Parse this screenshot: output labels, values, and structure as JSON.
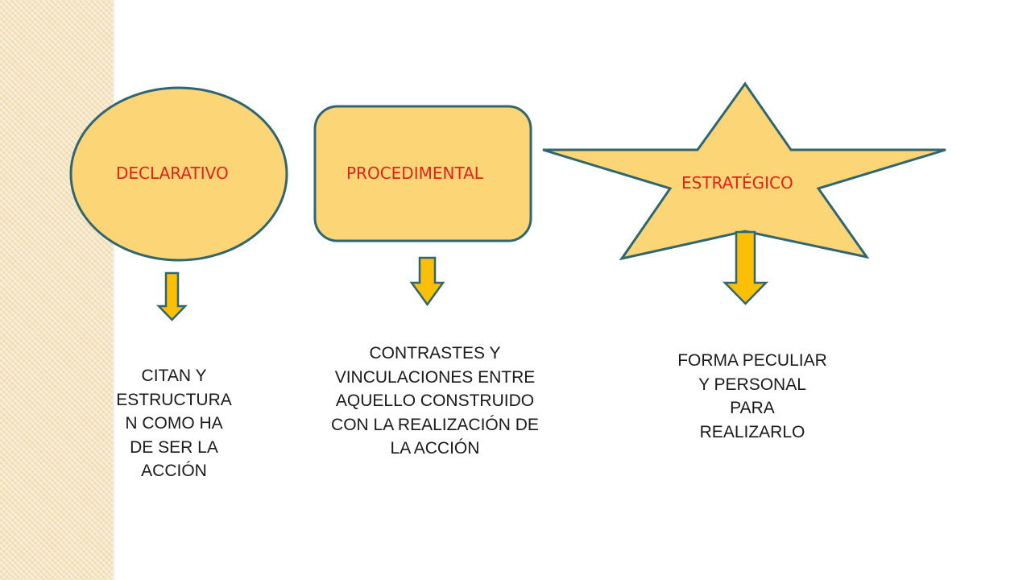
{
  "colors": {
    "shape_fill": "#fcd577",
    "shape_stroke": "#2f6670",
    "arrow_fill": "#fbbf08",
    "label_text": "#e0221a",
    "desc_text": "#1a1a1a"
  },
  "nodes": [
    {
      "label": "DECLARATIVO",
      "shape": "ellipse",
      "description": [
        "CITAN Y",
        "ESTRUCTURA",
        "N COMO HA",
        "DE SER LA",
        "ACCIÓN"
      ]
    },
    {
      "label": "PROCEDIMENTAL",
      "shape": "rounded-rectangle",
      "description": [
        "CONTRASTES Y",
        "VINCULACIONES ENTRE",
        "AQUELLO CONSTRUIDO",
        "CON LA REALIZACIÓN DE",
        "LA ACCIÓN"
      ]
    },
    {
      "label": "ESTRATÉGICO",
      "shape": "star",
      "description": [
        "FORMA PECULIAR",
        "Y PERSONAL",
        "PARA",
        "REALIZARLO"
      ]
    }
  ]
}
